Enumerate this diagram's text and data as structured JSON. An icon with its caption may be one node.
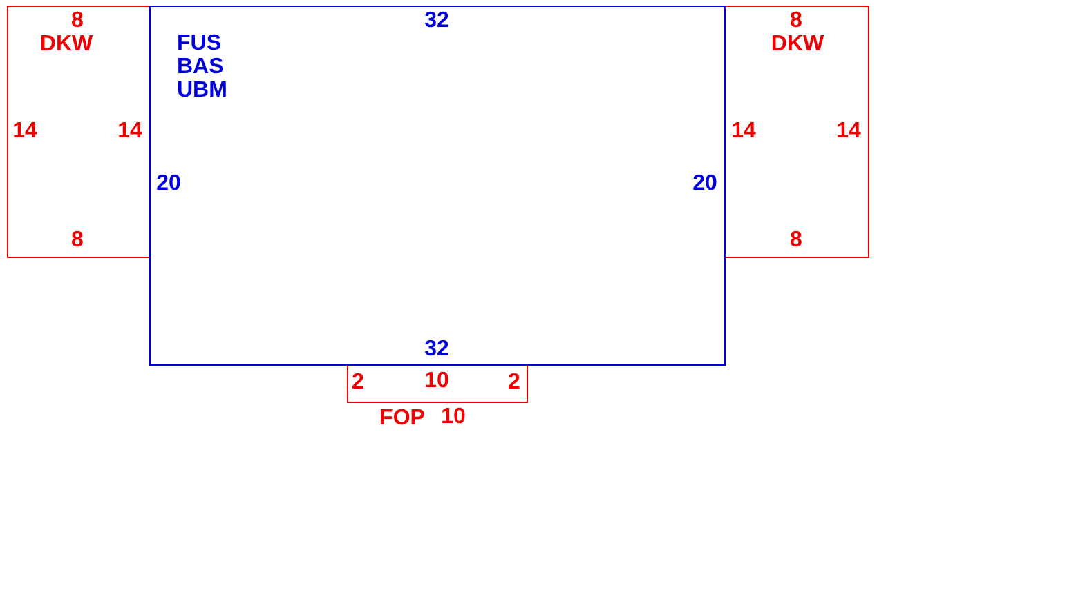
{
  "diagram": {
    "nodes": [
      {
        "text": [
          "FUS",
          "BAS",
          "UBM"
        ]
      },
      {
        "text": [
          "DKW"
        ]
      },
      {
        "text": [
          "DKW"
        ]
      },
      {
        "text": [
          "FOP"
        ]
      }
    ],
    "labels": [
      "8",
      "32",
      "8",
      "14",
      "14",
      "14",
      "14",
      "20",
      "20",
      "8",
      "8",
      "32",
      "2",
      "10",
      "10",
      "2"
    ]
  }
}
